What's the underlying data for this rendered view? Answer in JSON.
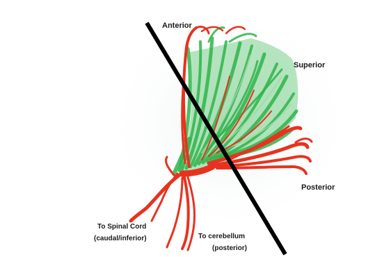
{
  "labels": {
    "anterior": "Anterior",
    "superior": "Superior",
    "posterior": "Posterior",
    "to_spinal_cord": "To Spinal Cord",
    "to_spinal_cord_sub": "(caudal/inferior)",
    "to_cerebellum": "To cerebellum",
    "to_cerebellum_sub": "(posterior)"
  },
  "colors": {
    "green_tract": "#2fb44a",
    "red_tract": "#e8321f",
    "divider_line": "#000000",
    "background": "#ffffff"
  }
}
